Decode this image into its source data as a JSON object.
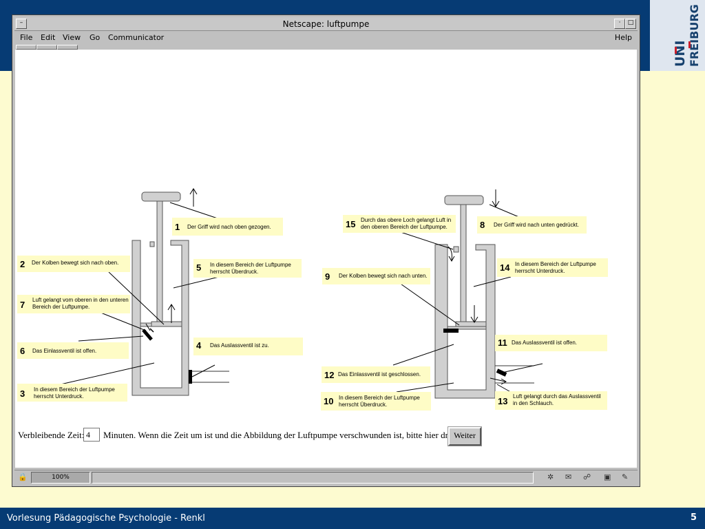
{
  "window": {
    "title": "Netscape: luftpumpe"
  },
  "menu": {
    "file": "File",
    "edit": "Edit",
    "view": "View",
    "go": "Go",
    "communicator": "Communicator",
    "help": "Help"
  },
  "status": {
    "zoom": "100%"
  },
  "logo": {
    "line1": "UNI",
    "line2": "FREIBURG"
  },
  "footer": {
    "text": "Vorlesung Pädagogische Psychologie - Renkl",
    "page": "5"
  },
  "labels": {
    "l1": {
      "num": "1",
      "text": "Der Griff wird nach oben gezogen."
    },
    "l2": {
      "num": "2",
      "text": "Der Kolben bewegt sich nach oben."
    },
    "l3": {
      "num": "3",
      "text": "In diesem Bereich der Luftpumpe herrscht Unterdruck."
    },
    "l4": {
      "num": "4",
      "text": "Das Auslassventil ist zu."
    },
    "l5": {
      "num": "5",
      "text": "In diesem Bereich der Luftpumpe herrscht Überdruck."
    },
    "l6": {
      "num": "6",
      "text": "Das Einlassventil ist offen."
    },
    "l7": {
      "num": "7",
      "text": "Luft gelangt vom oberen in den unteren Bereich der Luftpumpe."
    },
    "l8": {
      "num": "8",
      "text": "Der Griff wird nach unten gedrückt."
    },
    "l9": {
      "num": "9",
      "text": "Der Kolben bewegt sich nach unten."
    },
    "l10": {
      "num": "10",
      "text": "In diesem Bereich der Luftpumpe herrscht Überdruck."
    },
    "l11": {
      "num": "11",
      "text": "Das Auslassventil ist offen."
    },
    "l12": {
      "num": "12",
      "text": "Das Einlassventil ist geschlossen."
    },
    "l13": {
      "num": "13",
      "text": "Luft gelangt durch das Auslassventil in den Schlauch."
    },
    "l14": {
      "num": "14",
      "text": "In diesem Bereich der Luftpumpe herrscht Unterdruck."
    },
    "l15": {
      "num": "15",
      "text": "Durch das obere Loch gelangt Luft in den oberen Bereich der Luftpumpe."
    }
  },
  "timer": {
    "prefix": "Verbleibende Zeit:",
    "value": "4",
    "suffix": "Minuten. Wenn die Zeit um ist und die Abbildung der Luftpumpe verschwunden ist, bitte hier drücken",
    "button": "Weiter"
  },
  "colors": {
    "slide_bg": "#fdfbd0",
    "bar_blue": "#063b74",
    "label_bg": "#fefcc6",
    "pump_gray": "#d0d0d0"
  }
}
